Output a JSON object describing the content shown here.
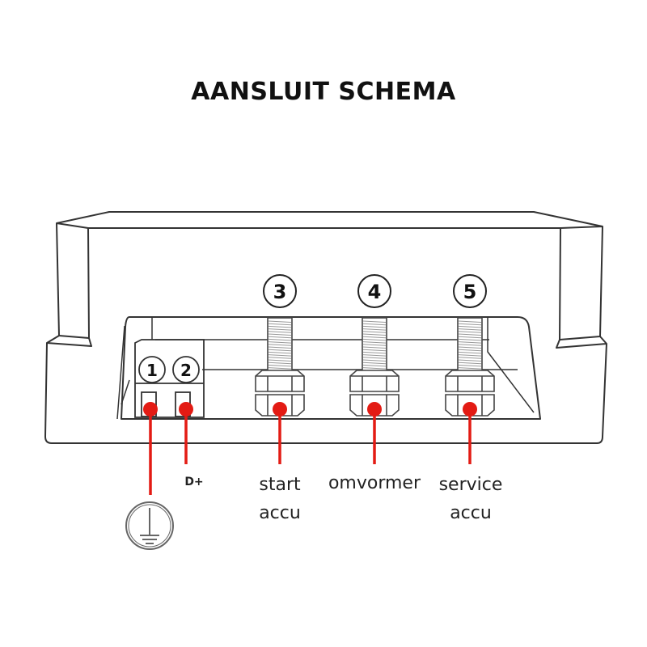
{
  "title": "AANSLUIT SCHEMA",
  "colors": {
    "wire": "#e31b14",
    "outline": "#333333",
    "background": "#ffffff"
  },
  "terminals": [
    {
      "number": "1",
      "label_lines": [],
      "symbol": "ground-icon"
    },
    {
      "number": "2",
      "label_lines": [
        "D+"
      ]
    },
    {
      "number": "3",
      "label_lines": [
        "start",
        "accu"
      ]
    },
    {
      "number": "4",
      "label_lines": [
        "omvormer"
      ]
    },
    {
      "number": "5",
      "label_lines": [
        "service",
        "accu"
      ]
    }
  ]
}
